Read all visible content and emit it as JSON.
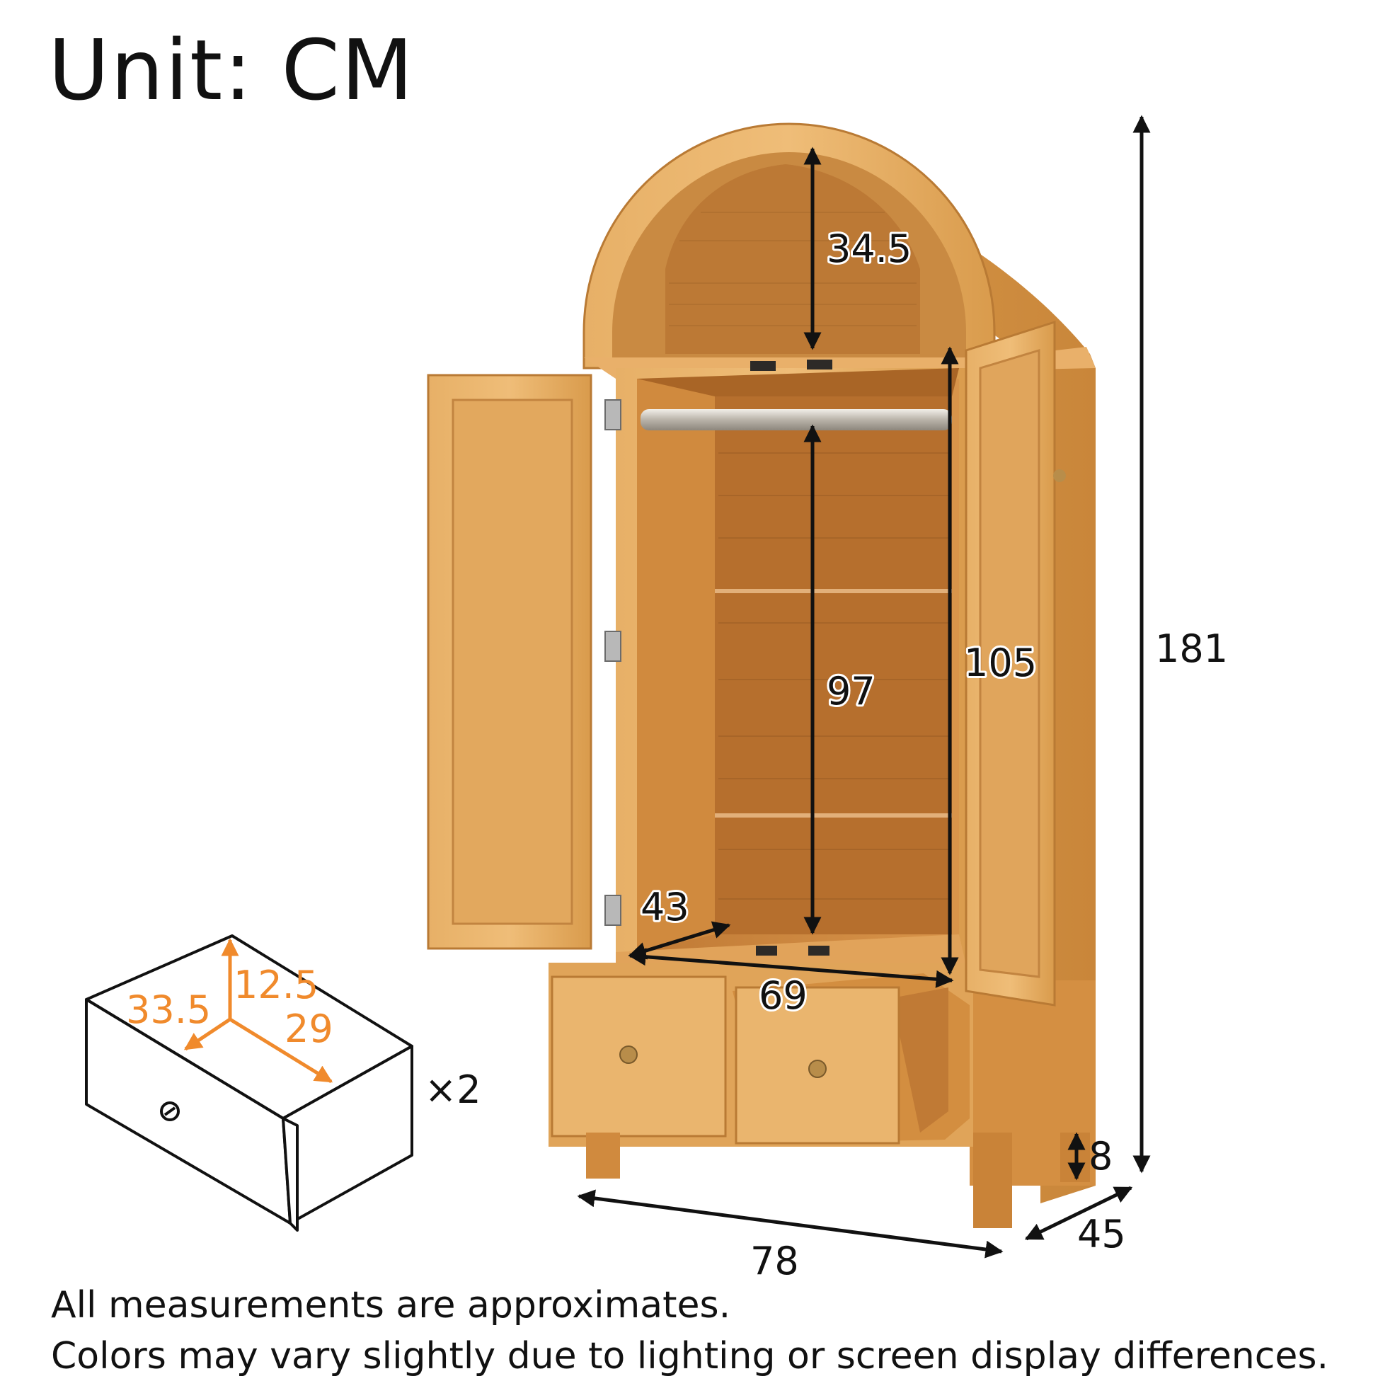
{
  "header": {
    "unit": "Unit: CM"
  },
  "dimensions": {
    "top_niche_height": "34.5",
    "hanging_height": "97",
    "interior_height": "105",
    "total_height": "181",
    "interior_depth": "43",
    "interior_width": "69",
    "overall_width": "78",
    "overall_depth": "45",
    "leg_height": "8"
  },
  "drawer": {
    "height": "12.5",
    "width": "33.5",
    "depth": "29",
    "quantity": "×2"
  },
  "colors": {
    "wood_light": "#e8b46a",
    "wood_mid": "#d99a4a",
    "wood_dark": "#b9772f",
    "accent_orange": "#f08a2c",
    "line": "#111111"
  },
  "footer": {
    "note1": "All measurements are approximates.",
    "note2": "Colors may vary slightly due to lighting or screen display differences."
  }
}
